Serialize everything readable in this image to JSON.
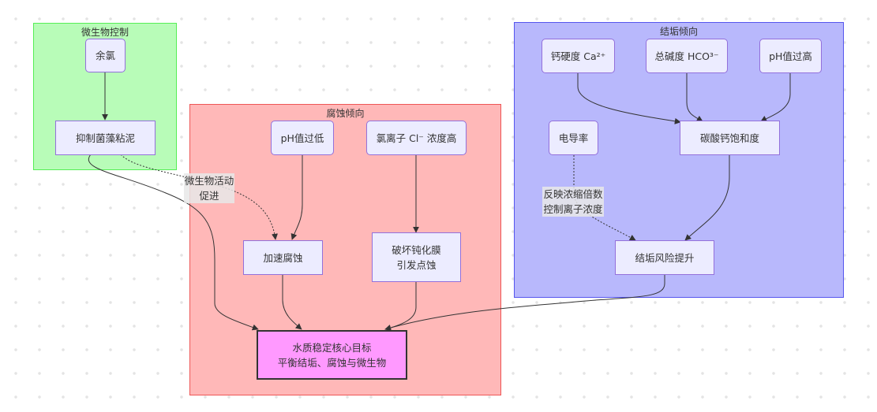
{
  "clusters": {
    "micro": {
      "title": "微生物控制",
      "color": "#b8fcb8"
    },
    "corrosion": {
      "title": "腐蚀倾向",
      "color": "#ffb8b8"
    },
    "scaling": {
      "title": "结垢倾向",
      "color": "#b8b8fc"
    }
  },
  "nodes": {
    "residual_chlorine": "余氯",
    "inhibit_algae": "抑制菌藻粘泥",
    "ph_low": "pH值过低",
    "chloride_high": "氯离子 Cl⁻ 浓度高",
    "accelerate_corrosion": "加速腐蚀",
    "break_passive_film": "破坏钝化膜\n引发点蚀",
    "calcium_hardness": "钙硬度 Ca²⁺",
    "total_alkalinity": "总碱度 HCO³⁻",
    "ph_high": "pH值过高",
    "conductivity": "电导率",
    "caco3_saturation": "碳酸钙饱和度",
    "scaling_risk": "结垢风险提升",
    "core_goal": "水质稳定核心目标\n平衡结垢、腐蚀与微生物"
  },
  "edge_labels": {
    "micro_promote": "微生物活动\n促进",
    "conductivity_note": "反映浓缩倍数\n控制离子浓度"
  },
  "edges": [
    {
      "from": "residual_chlorine",
      "to": "inhibit_algae",
      "style": "solid"
    },
    {
      "from": "inhibit_algae",
      "to": "accelerate_corrosion",
      "style": "dotted",
      "label": "micro_promote"
    },
    {
      "from": "inhibit_algae",
      "to": "core_goal",
      "style": "solid"
    },
    {
      "from": "ph_low",
      "to": "accelerate_corrosion",
      "style": "solid"
    },
    {
      "from": "chloride_high",
      "to": "break_passive_film",
      "style": "solid"
    },
    {
      "from": "accelerate_corrosion",
      "to": "core_goal",
      "style": "solid"
    },
    {
      "from": "break_passive_film",
      "to": "core_goal",
      "style": "solid"
    },
    {
      "from": "calcium_hardness",
      "to": "caco3_saturation",
      "style": "solid"
    },
    {
      "from": "total_alkalinity",
      "to": "caco3_saturation",
      "style": "solid"
    },
    {
      "from": "ph_high",
      "to": "caco3_saturation",
      "style": "solid"
    },
    {
      "from": "conductivity",
      "to": "scaling_risk",
      "style": "dotted",
      "label": "conductivity_note"
    },
    {
      "from": "caco3_saturation",
      "to": "scaling_risk",
      "style": "solid"
    },
    {
      "from": "scaling_risk",
      "to": "core_goal",
      "style": "solid"
    }
  ]
}
